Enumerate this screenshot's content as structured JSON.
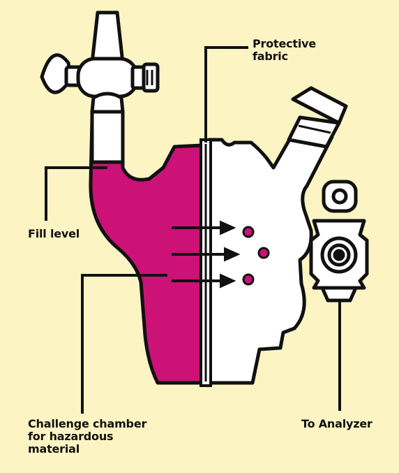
{
  "labels": {
    "protective_fabric": "Protective fabric",
    "fill_level": "Fill level",
    "challenge_chamber": "Challenge chamber for hazardous material",
    "to_analyzer": "To Analyzer"
  },
  "colors": {
    "background": "#fdf4c4",
    "liquid": "#cc1177",
    "outline": "#111111",
    "glass_fill": "#ffffff"
  },
  "icons": {
    "stopcock": "stopcock-icon",
    "sampling_port": "sampling-port-icon",
    "flow_arrow": "arrow-right-icon",
    "permeant_droplet": "droplet-icon"
  }
}
